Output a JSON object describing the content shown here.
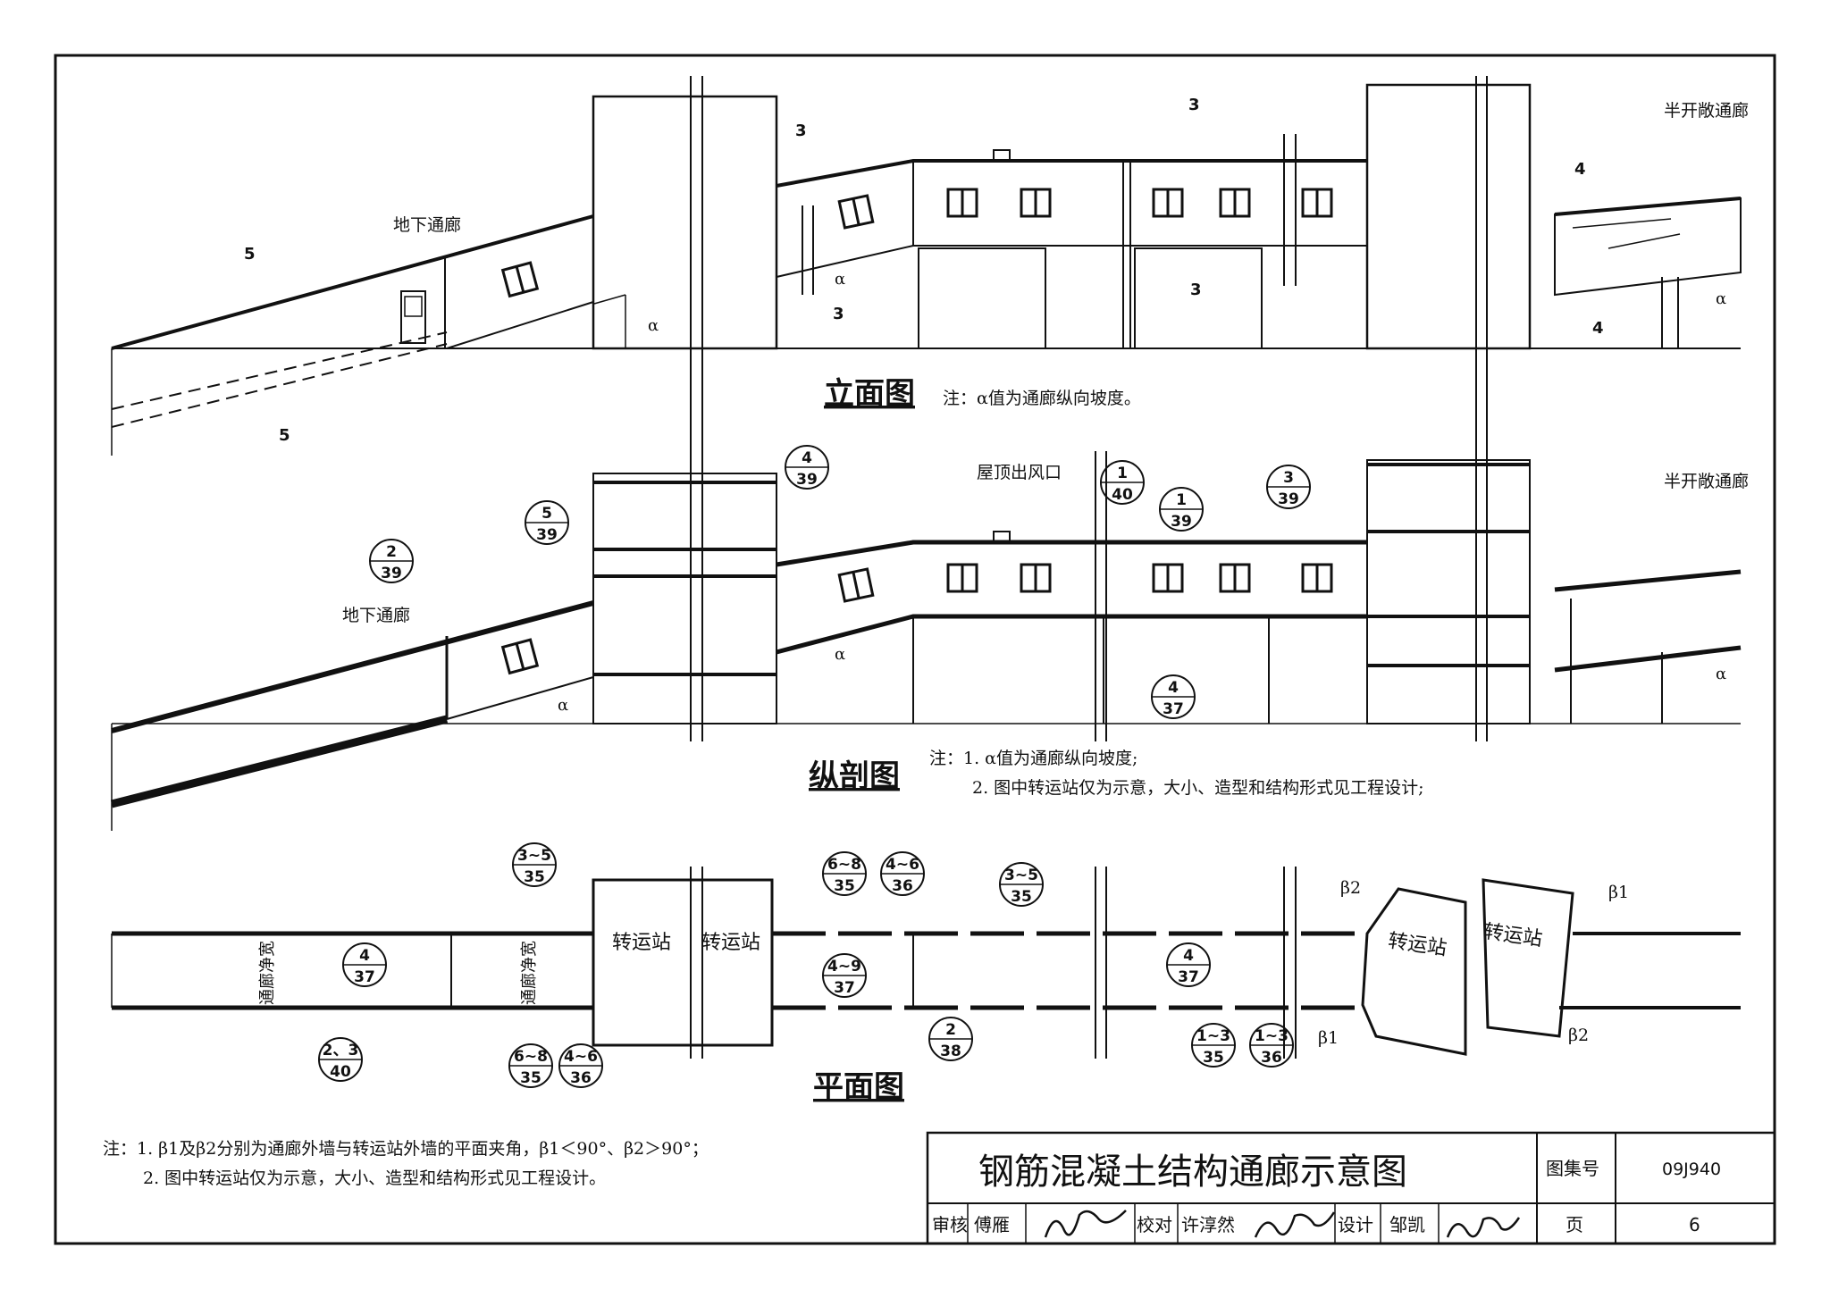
{
  "drawing": {
    "elevation": {
      "caption": "立面图",
      "note": "注：α值为通廊纵向坡度。",
      "label_underground": "地下通廊",
      "label_half_open": "半开敞通廊",
      "alpha": "α",
      "marks": {
        "m3": "3",
        "m4": "4",
        "m5": "5"
      }
    },
    "section": {
      "caption": "纵剖图",
      "note1": "注：1. α值为通廊纵向坡度;",
      "note2": "2. 图中转运站仅为示意，大小、造型和结构形式见工程设计;",
      "label_underground": "地下通廊",
      "label_half_open": "半开敞通廊",
      "label_roof_vent": "屋顶出风口",
      "refs": [
        {
          "top": "4",
          "bottom": "39"
        },
        {
          "top": "5",
          "bottom": "39"
        },
        {
          "top": "2",
          "bottom": "39"
        },
        {
          "top": "1",
          "bottom": "40"
        },
        {
          "top": "1",
          "bottom": "39"
        },
        {
          "top": "3",
          "bottom": "39"
        },
        {
          "top": "4",
          "bottom": "37"
        }
      ]
    },
    "plan": {
      "caption": "平面图",
      "station_label": "转运站",
      "clear_width_label": "通廊净宽",
      "beta1": "β1",
      "beta2": "β2",
      "refs": [
        {
          "top": "3~5",
          "bottom": "35"
        },
        {
          "top": "4",
          "bottom": "37"
        },
        {
          "top": "2、3",
          "bottom": "40"
        },
        {
          "top": "6~8",
          "bottom": "35"
        },
        {
          "top": "4~6",
          "bottom": "36"
        },
        {
          "top": "6~8",
          "bottom": "35"
        },
        {
          "top": "4~6",
          "bottom": "36"
        },
        {
          "top": "4~9",
          "bottom": "37"
        },
        {
          "top": "2",
          "bottom": "38"
        },
        {
          "top": "3~5",
          "bottom": "35"
        },
        {
          "top": "4",
          "bottom": "37"
        },
        {
          "top": "1~3",
          "bottom": "35"
        },
        {
          "top": "1~3",
          "bottom": "36"
        }
      ]
    },
    "bottom_notes": {
      "line1": "注：1. β1及β2分别为通廊外墙与转运站外墙的平面夹角，β1＜90°、β2＞90°；",
      "line2": "2. 图中转运站仅为示意，大小、造型和结构形式见工程设计。"
    }
  },
  "title_block": {
    "title": "钢筋混凝土结构通廊示意图",
    "atlas_label": "图集号",
    "atlas_number": "09J940",
    "page_label": "页",
    "page_number": "6",
    "review_label": "审核",
    "reviewer": "傅雁",
    "check_label": "校对",
    "checker": "许淳然",
    "design_label": "设计",
    "designer": "邹凯"
  }
}
